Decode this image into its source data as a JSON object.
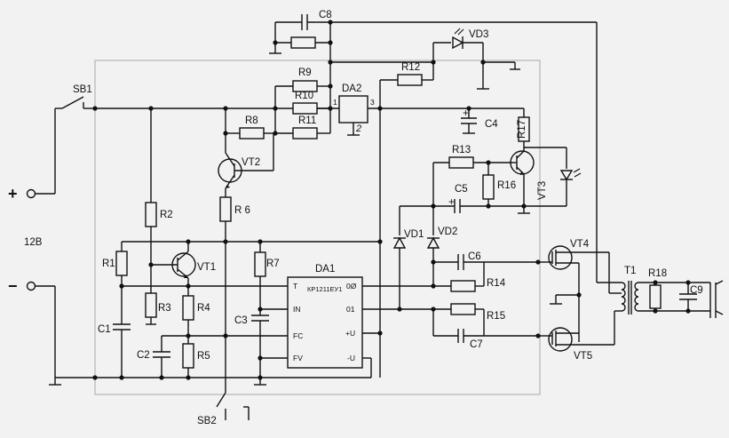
{
  "supply": {
    "voltage": "12В",
    "plus": "+",
    "minus": "−"
  },
  "labels": {
    "SB1": "SB1",
    "SB2": "SB2",
    "C8": "C8",
    "VD3": "VD3",
    "R9": "R9",
    "R10": "R10",
    "R11": "R11",
    "R12": "R12",
    "R8": "R8",
    "DA2": "DA2",
    "DA2_pin1": "1",
    "DA2_pin3": "3",
    "DA2_pin2": "2",
    "VT2": "VT2",
    "R6": "R 6",
    "R2": "R2",
    "R1": "R1",
    "VT1": "VT1",
    "R7": "R7",
    "R3": "R3",
    "R4": "R4",
    "R5": "R5",
    "C1": "C1",
    "C2": "C2",
    "C3": "C3",
    "C4": "C4",
    "R17": "R17",
    "R13": "R13",
    "VT3": "VT3",
    "R16": "R16",
    "C5": "C5",
    "VD1": "VD1",
    "VD2": "VD2",
    "C6": "C6",
    "R14": "R14",
    "R15": "R15",
    "C7": "C7",
    "VT4": "VT4",
    "VT5": "VT5",
    "T1": "T1",
    "R18": "R18",
    "C9": "C9",
    "DA1": "DA1"
  },
  "da1": {
    "part": "КР1211ЕУ1",
    "pins_left": [
      "T",
      "IN",
      "FC",
      "FV"
    ],
    "pins_right": [
      "0Ø",
      "01",
      "+U",
      "-U"
    ]
  }
}
